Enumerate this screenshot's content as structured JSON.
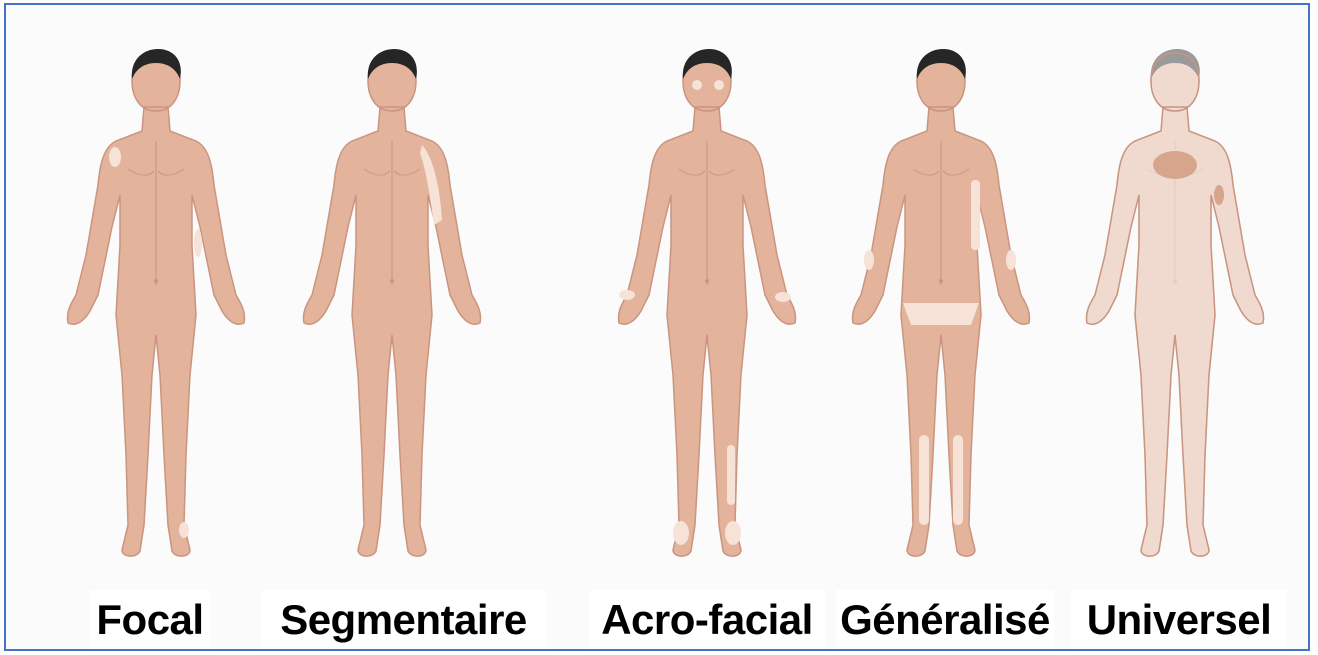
{
  "figure": {
    "panels": [
      {
        "label": "Focal"
      },
      {
        "label": "Segmentaire"
      },
      {
        "label": "Acro-facial"
      },
      {
        "label": "Généralisé"
      },
      {
        "label": "Universel"
      }
    ]
  },
  "colors": {
    "frame_border": "#4472c4",
    "skin": "#e3b39c",
    "skin_outline": "#c99580",
    "depigmented": "#f6e2d6",
    "hair": "#262626"
  }
}
